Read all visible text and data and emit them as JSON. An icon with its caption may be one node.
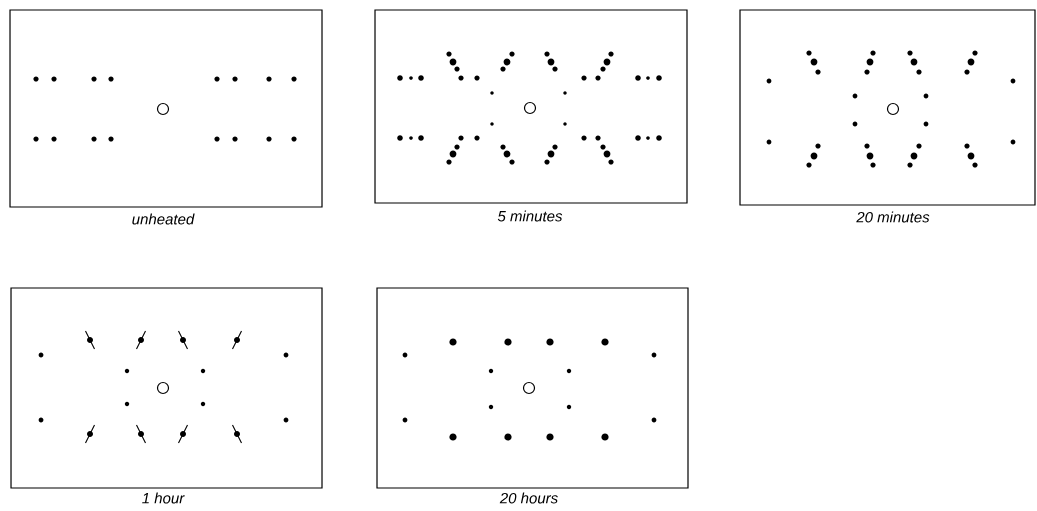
{
  "diagram": {
    "nodes": [
      {
        "text": [
          "unheated"
        ]
      },
      {
        "text": [
          "5 minutes"
        ]
      },
      {
        "text": [
          "20 minutes"
        ]
      },
      {
        "text": [
          "1 hour"
        ]
      },
      {
        "text": [
          "20 hours"
        ]
      }
    ]
  }
}
